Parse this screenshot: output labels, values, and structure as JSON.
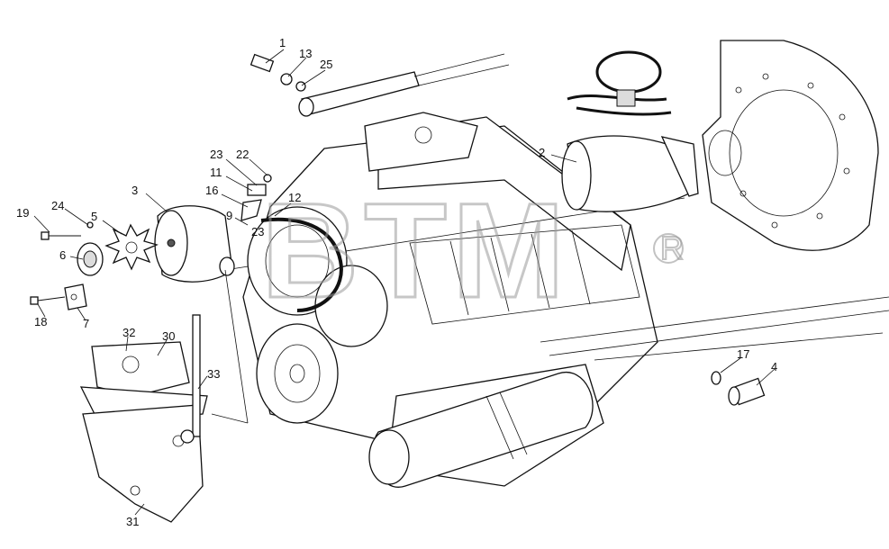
{
  "watermark": {
    "text": "BTM",
    "registered": "®"
  },
  "callouts": [
    "1",
    "13",
    "25",
    "2",
    "23",
    "22",
    "11",
    "16",
    "12",
    "9",
    "23",
    "3",
    "24",
    "5",
    "19",
    "6",
    "18",
    "7",
    "32",
    "30",
    "33",
    "31",
    "17",
    "4"
  ]
}
